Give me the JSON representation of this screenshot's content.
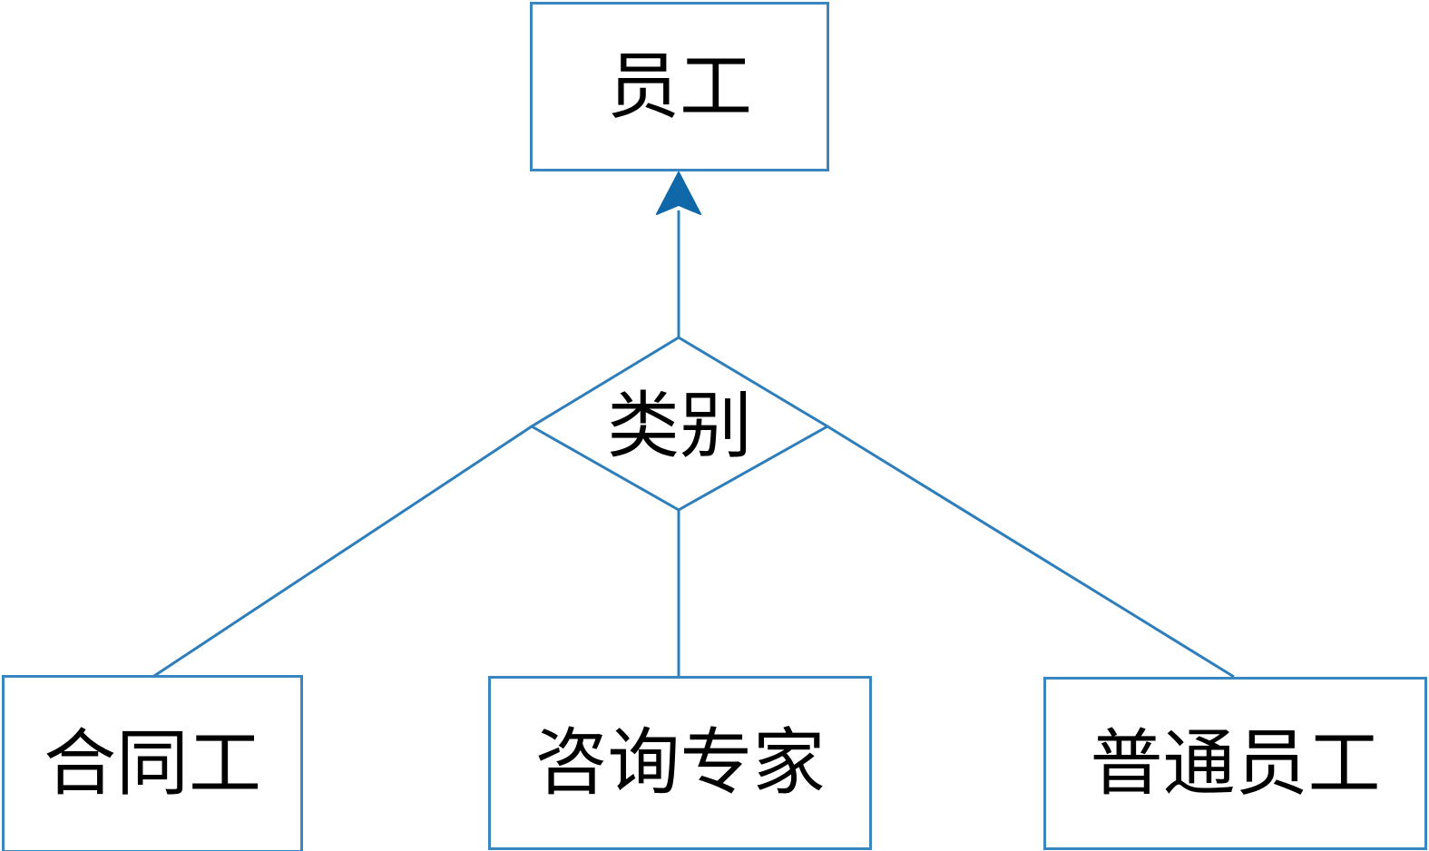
{
  "diagram": {
    "type": "er-generalization",
    "background_color": "#ffffff",
    "line_color": "#3a86c0",
    "arrow_fill_color": "#1068a8",
    "text_color": "#000000",
    "parent_entity": {
      "name": "entity-employee",
      "label": "员工"
    },
    "relationship": {
      "name": "relationship-category",
      "label": "类别",
      "shape": "diamond"
    },
    "child_entities": [
      {
        "name": "entity-contract-worker",
        "label": "合同工"
      },
      {
        "name": "entity-consultant-expert",
        "label": "咨询专家"
      },
      {
        "name": "entity-regular-employee",
        "label": "普通员工"
      }
    ],
    "connectors": [
      {
        "name": "connector-arrow-to-employee",
        "kind": "arrow-up"
      },
      {
        "name": "connector-diamond-to-contract",
        "kind": "line"
      },
      {
        "name": "connector-diamond-to-consultant",
        "kind": "line"
      },
      {
        "name": "connector-diamond-to-regular",
        "kind": "line"
      }
    ]
  }
}
